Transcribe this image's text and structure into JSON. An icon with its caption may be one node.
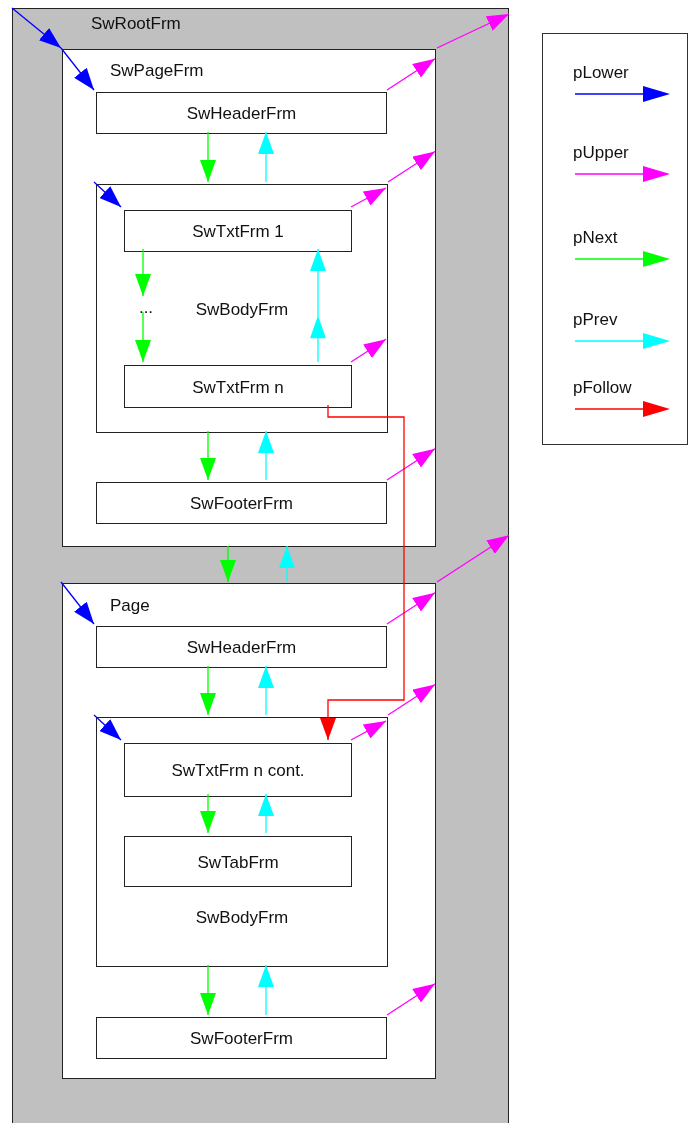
{
  "diagram": {
    "nodes": [
      {
        "text": [
          "SwRootFrm"
        ]
      },
      {
        "text": [
          "SwPageFrm"
        ],
        "in": 0
      },
      {
        "text": [
          "SwHeaderFrm"
        ],
        "in": 1
      },
      {
        "text": [
          "SwBodyFrm"
        ],
        "in": 1
      },
      {
        "text": [
          "SwTxtFrm 1"
        ],
        "in": 3
      },
      {
        "text": [
          "..."
        ],
        "in": 3
      },
      {
        "text": [
          "SwTxtFrm n"
        ],
        "in": 3
      },
      {
        "text": [
          "SwFooterFrm"
        ],
        "in": 1
      },
      {
        "text": [
          "Page"
        ],
        "in": 0
      },
      {
        "text": [
          "SwHeaderFrm"
        ],
        "in": 8
      },
      {
        "text": [
          "SwBodyFrm"
        ],
        "in": 8
      },
      {
        "text": [
          "SwTxtFrm n cont."
        ],
        "in": 10
      },
      {
        "text": [
          "SwTabFrm"
        ],
        "in": 10
      },
      {
        "text": [
          "SwFooterFrm"
        ],
        "in": 8
      }
    ],
    "edges": [
      {
        "from": 0,
        "to": 1,
        "arrow": "to",
        "color": "#0000ff"
      },
      {
        "from": 1,
        "to": 2,
        "arrow": "to",
        "color": "#0000ff"
      },
      {
        "from": 3,
        "to": 4,
        "arrow": "to",
        "color": "#0000ff"
      },
      {
        "from": 8,
        "to": 9,
        "arrow": "to",
        "color": "#0000ff"
      },
      {
        "from": 10,
        "to": 11,
        "arrow": "to",
        "color": "#0000ff"
      },
      {
        "from": 2,
        "to": 1,
        "arrow": "to"
      },
      {
        "from": 1,
        "to": 0,
        "arrow": "to"
      },
      {
        "from": 3,
        "to": 1,
        "arrow": "to"
      },
      {
        "from": 4,
        "to": 3,
        "arrow": "to"
      },
      {
        "from": 6,
        "to": 3,
        "arrow": "to"
      },
      {
        "from": 7,
        "to": 1,
        "arrow": "to"
      },
      {
        "from": 8,
        "to": 0,
        "arrow": "to"
      },
      {
        "from": 9,
        "to": 8,
        "arrow": "to"
      },
      {
        "from": 10,
        "to": 8,
        "arrow": "to"
      },
      {
        "from": 11,
        "to": 10,
        "arrow": "to"
      },
      {
        "from": 13,
        "to": 8,
        "arrow": "to"
      },
      {
        "from": 2,
        "to": 3,
        "arrow": "to",
        "color": "#00ff00"
      },
      {
        "from": 4,
        "to": 5,
        "arrow": "to",
        "color": "#00ff00"
      },
      {
        "from": 5,
        "to": 6,
        "arrow": "to",
        "color": "#00ff00"
      },
      {
        "from": 3,
        "to": 7,
        "arrow": "to",
        "color": "#00ff00"
      },
      {
        "from": 1,
        "to": 8,
        "arrow": "to",
        "color": "#00ff00"
      },
      {
        "from": 9,
        "to": 10,
        "arrow": "to",
        "color": "#00ff00"
      },
      {
        "from": 11,
        "to": 12,
        "arrow": "to",
        "color": "#00ff00"
      },
      {
        "from": 10,
        "to": 13,
        "arrow": "to",
        "color": "#00ff00"
      },
      {
        "from": 3,
        "to": 2,
        "arrow": "to",
        "color": "#00ffff"
      },
      {
        "from": 6,
        "to": 4,
        "arrow": "to",
        "color": "#00ffff"
      },
      {
        "from": 7,
        "to": 3,
        "arrow": "to",
        "color": "#00ffff"
      },
      {
        "from": 8,
        "to": 1,
        "arrow": "to",
        "color": "#00ffff"
      },
      {
        "from": 10,
        "to": 9,
        "arrow": "to",
        "color": "#00ffff"
      },
      {
        "from": 12,
        "to": 11,
        "arrow": "to",
        "color": "#00ffff"
      },
      {
        "from": 13,
        "to": 10,
        "arrow": "to",
        "color": "#00ffff"
      },
      {
        "from": 6,
        "to": 11,
        "arrow": "to",
        "color": "#ff0000"
      }
    ],
    "legend": [
      {
        "text": "pLower"
      },
      {
        "text": "pUpper"
      },
      {
        "text": "pNext"
      },
      {
        "text": "pPrev"
      },
      {
        "text": "pFollow"
      }
    ]
  }
}
